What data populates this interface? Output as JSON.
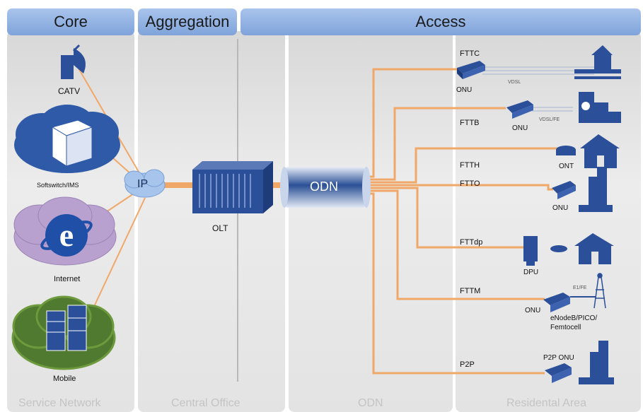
{
  "headers": {
    "core": "Core",
    "aggregation": "Aggregation",
    "access": "Access"
  },
  "footer": {
    "service_network": "Service Network",
    "central_office": "Central Office",
    "odn": "ODN",
    "residential_area": "Residental Area"
  },
  "services": {
    "catv": "CATV",
    "softswitch": "Softswitch/IMS",
    "internet": "Internet",
    "mobile": "Mobile"
  },
  "nodes": {
    "ip": "IP",
    "olt": "OLT",
    "odn": "ODN"
  },
  "access_types": {
    "fttc": "FTTC",
    "fttb": "FTTB",
    "ftth": "FTTH",
    "ftto": "FTTO",
    "fttdp": "FTTdp",
    "fttm": "FTTM",
    "p2p": "P2P"
  },
  "devices": {
    "onu_fttc": "ONU",
    "onu_fttb": "ONU",
    "ont": "ONT",
    "onu_ftto": "ONU",
    "dpu": "DPU",
    "onu_fttm": "ONU",
    "enodeb_line1": "eNodeB/PICO/",
    "enodeb_line2": "Femtocell",
    "p2p_onu": "P2P ONU"
  },
  "link_labels": {
    "vdsl": "VDSL",
    "vdsl_fe": "VDSL/FE",
    "e1_fe": "E1/FE"
  },
  "colors": {
    "fiber": "#f0a868",
    "header": "#8fb0e0",
    "device_blue": "#2b4f99",
    "cloud_blue": "#2f5aa8",
    "cloud_purple": "#b9a1cf",
    "cloud_green": "#4f7a2f"
  }
}
